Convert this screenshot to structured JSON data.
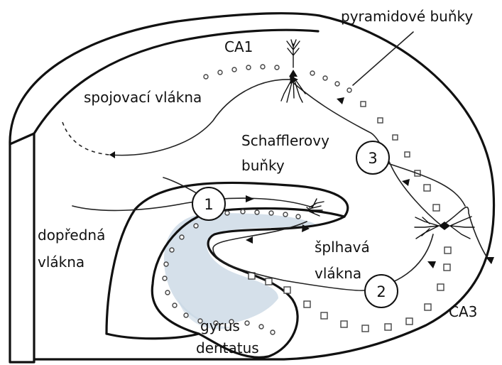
{
  "labels": {
    "pyramidal_cells": "pyramidové buňky",
    "ca1": "CA1",
    "commissural_fibers": "spojovací vlákna",
    "schaffer_line1": "Schafflerovy",
    "schaffer_line2": "buňky",
    "perforant_line1": "dopředná",
    "perforant_line2": "vlákna",
    "mossy_line1": "šplhavá",
    "mossy_line2": "vlákna",
    "ca3": "CA3",
    "dentate_line1": "gyrus",
    "dentate_line2": "dentatus"
  },
  "circuit_steps": [
    "1",
    "2",
    "3"
  ],
  "colors": {
    "ink": "#111111",
    "granule_shading": "#c7d6e3",
    "background": "#ffffff"
  }
}
